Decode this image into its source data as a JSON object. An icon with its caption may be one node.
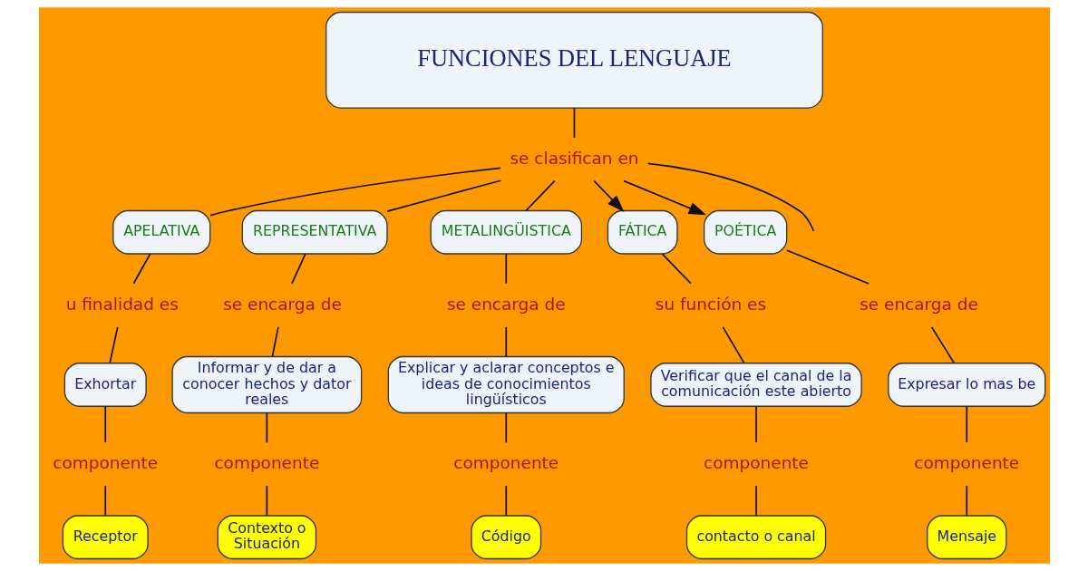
{
  "diagram": {
    "nodes": [
      {
        "text": [
          "FUNCIONES DEL LENGUAJE"
        ]
      },
      {
        "text": [
          "se clasifican en"
        ]
      },
      {
        "text": [
          "APELATIVA"
        ]
      },
      {
        "text": [
          "REPRESENTATIVA"
        ]
      },
      {
        "text": [
          "METALINGÜISTICA"
        ]
      },
      {
        "text": [
          "FÁTICA"
        ]
      },
      {
        "text": [
          "POÉTICA"
        ]
      },
      {
        "text": [
          "u finalidad es"
        ]
      },
      {
        "text": [
          "Exhortar"
        ]
      },
      {
        "text": [
          "componente"
        ]
      },
      {
        "text": [
          "Receptor"
        ]
      },
      {
        "text": [
          "se encarga de"
        ]
      },
      {
        "text": [
          "Informar y de dar a conocer hechos y dator reales"
        ]
      },
      {
        "text": [
          "componente"
        ]
      },
      {
        "text": [
          "Contexto o Situación"
        ]
      },
      {
        "text": [
          "se encarga de"
        ]
      },
      {
        "text": [
          "Explicar y aclarar conceptos e ideas de conocimientos lingüísticos"
        ]
      },
      {
        "text": [
          "componente"
        ]
      },
      {
        "text": [
          "Código"
        ]
      },
      {
        "text": [
          "su función es"
        ]
      },
      {
        "text": [
          "Verificar que el canal de la comunicación este abierto"
        ]
      },
      {
        "text": [
          "componente"
        ]
      },
      {
        "text": [
          "contacto o canal"
        ]
      },
      {
        "text": [
          "se encarga de"
        ]
      },
      {
        "text": [
          "Expresar lo mas be"
        ]
      },
      {
        "text": [
          "componente"
        ]
      },
      {
        "text": [
          "Mensaje"
        ]
      }
    ],
    "edges": [
      {
        "from": 0,
        "to": 1,
        "arrow": "none"
      },
      {
        "from": 1,
        "to": null,
        "arrow": "none"
      },
      {
        "from": 1,
        "to": 2,
        "arrow": "none"
      },
      {
        "from": 1,
        "to": 3,
        "arrow": "none"
      },
      {
        "from": 1,
        "to": 4,
        "arrow": "none"
      },
      {
        "from": 1,
        "to": 5,
        "arrow": "to"
      },
      {
        "from": 1,
        "to": 6,
        "arrow": "to"
      },
      {
        "from": 2,
        "to": 7,
        "arrow": "none"
      },
      {
        "from": 7,
        "to": 8,
        "arrow": "none"
      },
      {
        "from": 8,
        "to": 9,
        "arrow": "none"
      },
      {
        "from": 9,
        "to": 10,
        "arrow": "none"
      },
      {
        "from": 3,
        "to": 11,
        "arrow": "none"
      },
      {
        "from": 11,
        "to": 12,
        "arrow": "none"
      },
      {
        "from": 12,
        "to": 13,
        "arrow": "none"
      },
      {
        "from": 13,
        "to": 14,
        "arrow": "none"
      },
      {
        "from": 4,
        "to": 15,
        "arrow": "none"
      },
      {
        "from": 15,
        "to": 16,
        "arrow": "none"
      },
      {
        "from": 16,
        "to": 17,
        "arrow": "none"
      },
      {
        "from": 17,
        "to": 18,
        "arrow": "none"
      },
      {
        "from": 5,
        "to": 19,
        "arrow": "none"
      },
      {
        "from": 19,
        "to": 20,
        "arrow": "none"
      },
      {
        "from": 20,
        "to": 21,
        "arrow": "none"
      },
      {
        "from": 21,
        "to": 22,
        "arrow": "none"
      },
      {
        "from": 6,
        "to": 23,
        "arrow": "none"
      },
      {
        "from": 23,
        "to": 24,
        "arrow": "none"
      },
      {
        "from": 24,
        "to": 25,
        "arrow": "none"
      },
      {
        "from": 25,
        "to": 26,
        "arrow": "none"
      }
    ]
  }
}
